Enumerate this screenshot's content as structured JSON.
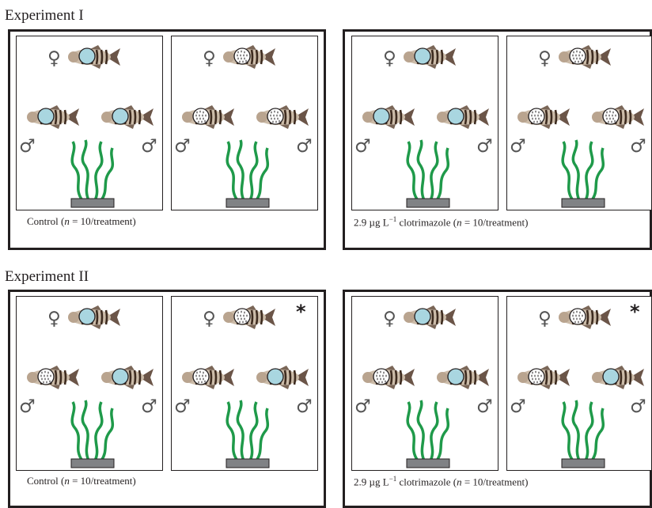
{
  "experiments": [
    {
      "title": "Experiment I",
      "panels": [
        {
          "caption": {
            "prefix": "Control (",
            "n": "n",
            "suffix": " = 10/treatment)"
          },
          "tanks": [
            {
              "star": "",
              "female_eye": "solid",
              "male_left_eye": "solid",
              "male_right_eye": "solid"
            },
            {
              "star": "",
              "female_eye": "dotted",
              "male_left_eye": "dotted",
              "male_right_eye": "dotted"
            }
          ]
        },
        {
          "caption": {
            "prefix": "2.9 µg L",
            "sup": "−1",
            "mid": " clotrimazole (",
            "n": "n",
            "suffix": " = 10/treatment)"
          },
          "tanks": [
            {
              "star": "",
              "female_eye": "solid",
              "male_left_eye": "solid",
              "male_right_eye": "solid"
            },
            {
              "star": "",
              "female_eye": "dotted",
              "male_left_eye": "dotted",
              "male_right_eye": "dotted"
            }
          ]
        }
      ]
    },
    {
      "title": "Experiment II",
      "panels": [
        {
          "caption": {
            "prefix": "Control (",
            "n": "n",
            "suffix": " = 10/treatment)"
          },
          "tanks": [
            {
              "star": "",
              "female_eye": "solid",
              "male_left_eye": "dotted",
              "male_right_eye": "solid"
            },
            {
              "star": "*",
              "female_eye": "dotted",
              "male_left_eye": "dotted",
              "male_right_eye": "solid"
            }
          ]
        },
        {
          "caption": {
            "prefix": "2.9 µg L",
            "sup": "−1",
            "mid": " clotrimazole (",
            "n": "n",
            "suffix": " = 10/treatment)"
          },
          "tanks": [
            {
              "star": "",
              "female_eye": "solid",
              "male_left_eye": "dotted",
              "male_right_eye": "solid"
            },
            {
              "star": "*",
              "female_eye": "dotted",
              "male_left_eye": "dotted",
              "male_right_eye": "solid"
            }
          ]
        }
      ]
    }
  ],
  "symbols": {
    "female": "♀",
    "male": "♂"
  },
  "colors": {
    "eye_solid": "#a9d6e0",
    "plant": "#1f9a4a",
    "base": "#808285",
    "border": "#231f20"
  }
}
